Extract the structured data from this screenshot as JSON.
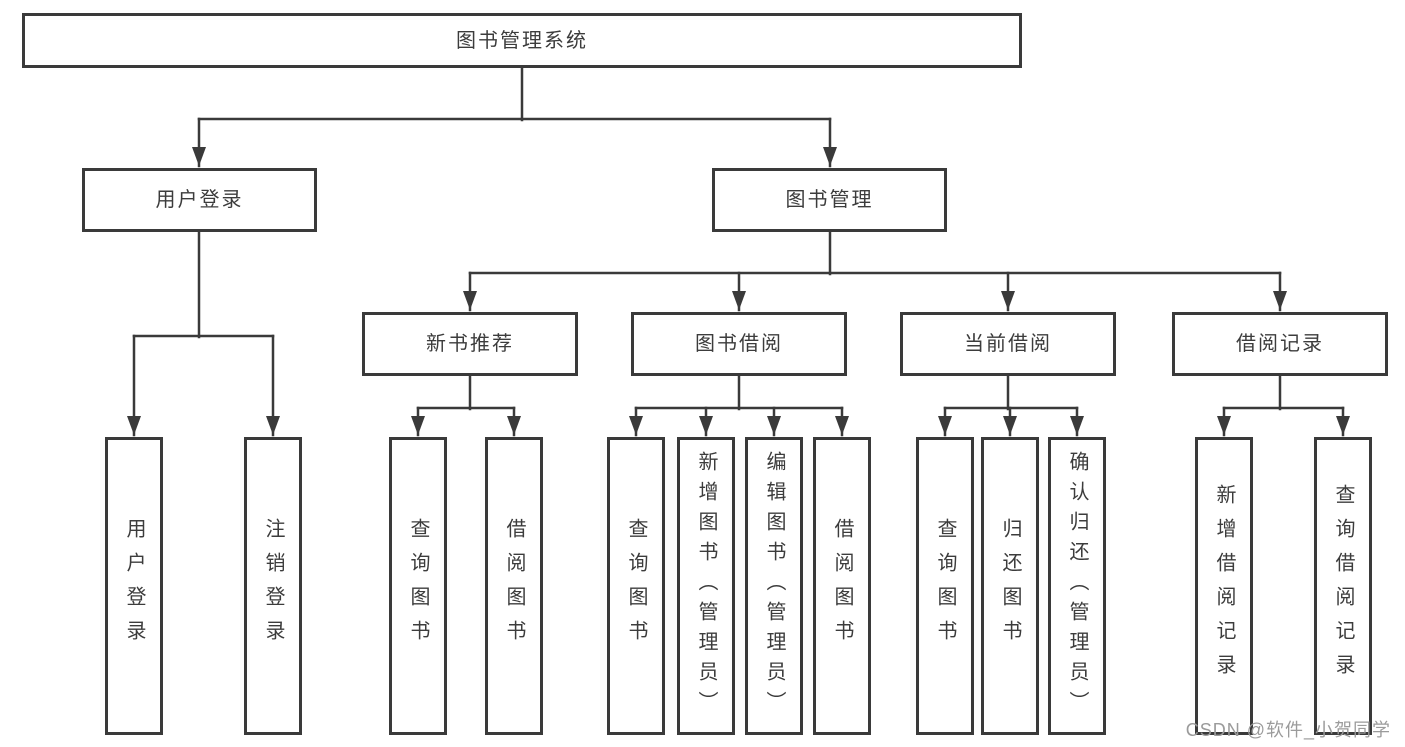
{
  "diagram": {
    "title": "图书管理系统",
    "line_color": "#3a3a3a",
    "text_color": "#3c3c3c",
    "background_color": "#ffffff",
    "watermark": {
      "text": "CSDN @软件_小贺同学",
      "color": "#9b9b9b"
    },
    "nodes": {
      "root": "图书管理系统",
      "user_login": "用户登录",
      "book_mgmt": "图书管理",
      "new_book_rec": "新书推荐",
      "book_borrow": "图书借阅",
      "current_borrow": "当前借阅",
      "borrow_records": "借阅记录",
      "leaf_user_login": "用户登录",
      "leaf_logout": "注销登录",
      "leaf_query_book_rec": "查询图书",
      "leaf_borrow_book_rec": "借阅图书",
      "leaf_query_book_borrow": "查询图书",
      "leaf_add_book": "新增图书（管理员）",
      "leaf_edit_book": "编辑图书（管理员）",
      "leaf_borrow_book_borrow": "借阅图书",
      "leaf_query_book_current": "查询图书",
      "leaf_return_book": "归还图书",
      "leaf_confirm_return": "确认归还（管理员）",
      "leaf_add_borrow_record": "新增借阅记录",
      "leaf_query_borrow_record": "查询借阅记录"
    },
    "hierarchy": {
      "图书管理系统": {
        "用户登录": [
          "用户登录",
          "注销登录"
        ],
        "图书管理": {
          "新书推荐": [
            "查询图书",
            "借阅图书"
          ],
          "图书借阅": [
            "查询图书",
            "新增图书（管理员）",
            "编辑图书（管理员）",
            "借阅图书"
          ],
          "当前借阅": [
            "查询图书",
            "归还图书",
            "确认归还（管理员）"
          ],
          "借阅记录": [
            "新增借阅记录",
            "查询借阅记录"
          ]
        }
      }
    }
  }
}
